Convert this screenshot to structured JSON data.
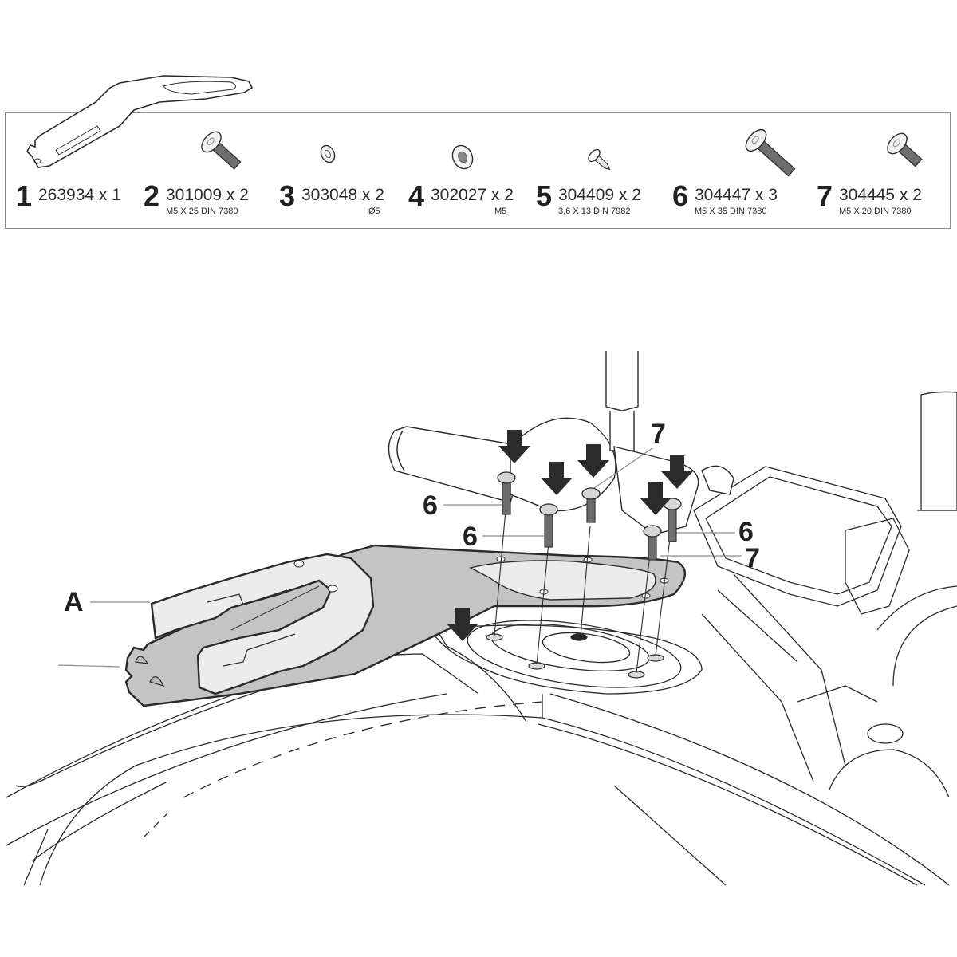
{
  "parts": [
    {
      "index": "1",
      "code": "263934 x 1",
      "spec": "",
      "icon": "bracket-plate-icon"
    },
    {
      "index": "2",
      "code": "301009 x 2",
      "spec": "M5 X 25 DIN 7380",
      "icon": "button-head-screw-icon"
    },
    {
      "index": "3",
      "code": "303048 x 2",
      "spec": "Ø5",
      "icon": "washer-icon"
    },
    {
      "index": "4",
      "code": "302027 x 2",
      "spec": "M5",
      "icon": "nut-icon"
    },
    {
      "index": "5",
      "code": "304409 x 2",
      "spec": "3,6 X 13 DIN 7982",
      "icon": "self-tapping-screw-icon"
    },
    {
      "index": "6",
      "code": "304447 x 3",
      "spec": "M5 X 35 DIN 7380",
      "icon": "button-head-screw-icon"
    },
    {
      "index": "7",
      "code": "304445 x 2",
      "spec": "M5 X 20 DIN 7380",
      "icon": "button-head-screw-icon"
    }
  ],
  "diagram": {
    "callouts": {
      "a": "A",
      "screw6_left": "6",
      "screw6_mid": "6",
      "screw7_top": "7",
      "screw6_right": "6",
      "screw7_right": "7"
    },
    "colors": {
      "line": "#2a2a2a",
      "plate_fill": "#c4c4c4",
      "ring_fill": "#ececec",
      "screw_fill": "#6e6e6e",
      "arrow_fill": "#2b2b2b",
      "box_border": "#8c8c8c"
    }
  }
}
